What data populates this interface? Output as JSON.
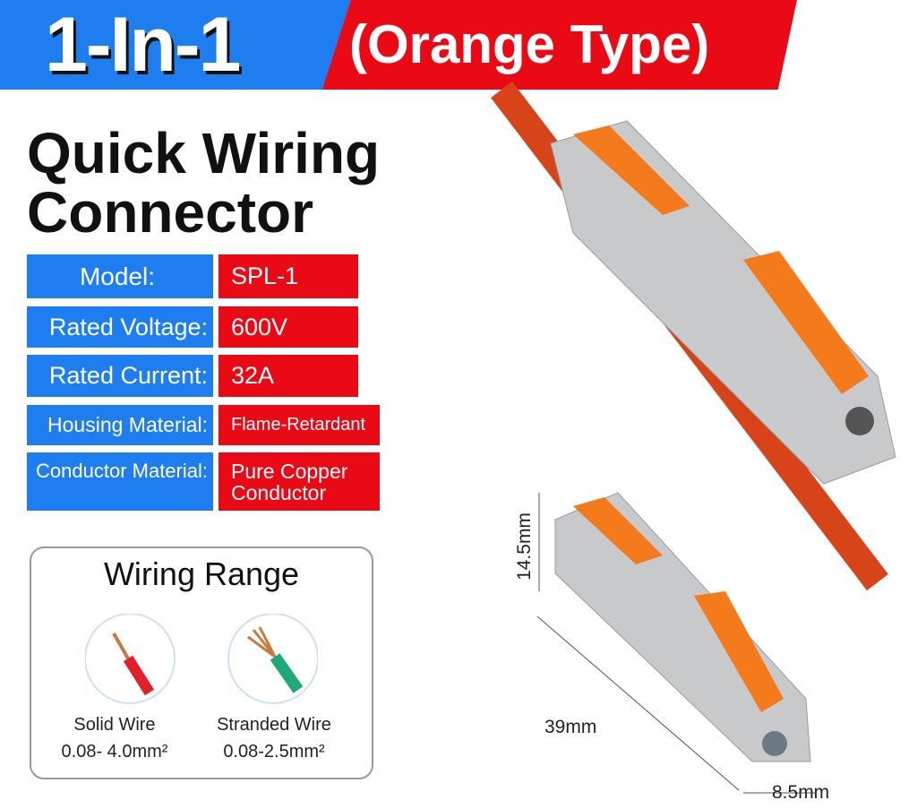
{
  "header": {
    "badge": "1-In-1",
    "type": "(Orange Type)"
  },
  "title": {
    "line1": "Quick Wiring",
    "line2": "Connector"
  },
  "specs": [
    {
      "label": "Model:",
      "value": "SPL-1"
    },
    {
      "label": "Rated Voltage:",
      "value": "600V"
    },
    {
      "label": "Rated Current:",
      "value": "32A"
    },
    {
      "label": "Housing Material:",
      "value": "Flame-Retardant"
    },
    {
      "label": "Conductor Material:",
      "value": "Pure Copper Conductor"
    }
  ],
  "wiring": {
    "title": "Wiring Range",
    "solid": {
      "name": "Solid Wire",
      "range": "0.08- 4.0mm²"
    },
    "stranded": {
      "name": "Stranded Wire",
      "range": "0.08-2.5mm²"
    }
  },
  "dimensions": {
    "height": "14.5mm",
    "length": "39mm",
    "width": "8.5mm"
  },
  "colors": {
    "blue": "#1e7ef0",
    "red": "#ea0a16",
    "orange": "#f47a1c",
    "gray": "#c8c9cb"
  }
}
